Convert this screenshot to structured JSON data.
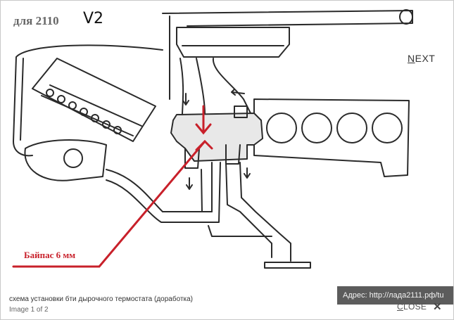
{
  "image": {
    "handwritten_title": "для 2110",
    "handwritten_version": "V2",
    "bypass_label": "Байпас 6 мм"
  },
  "nav": {
    "next_label": "NEXT",
    "close_label": "CLOSE",
    "close_icon": "✕"
  },
  "footer": {
    "caption": "схема установки бти дырочного термостата (доработка)",
    "counter": "Image 1 of 2"
  },
  "address_bar": {
    "text": "Адрес: http://лада2111.рф/tu"
  },
  "colors": {
    "accent_red": "#c8202a",
    "line": "#2a2a2a"
  }
}
